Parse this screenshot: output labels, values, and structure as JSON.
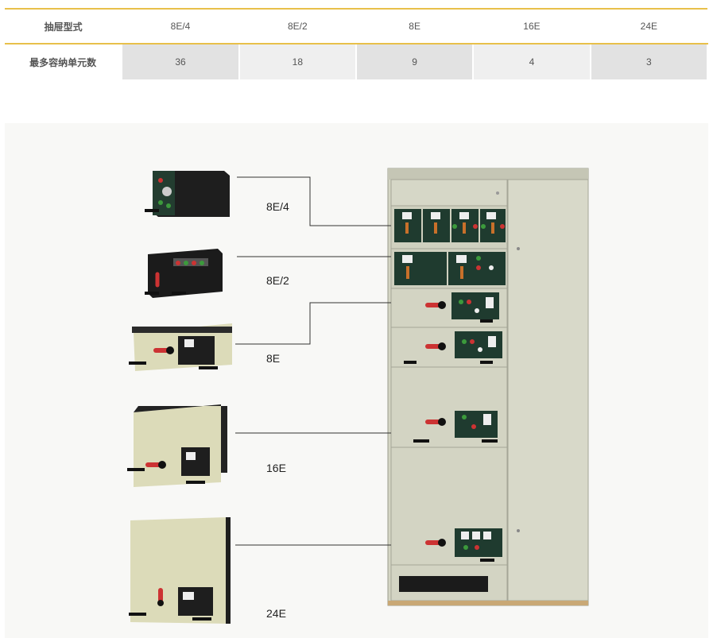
{
  "table": {
    "row1": {
      "label": "抽屉型式",
      "cells": [
        "8E/4",
        "8E/2",
        "8E",
        "16E",
        "24E"
      ]
    },
    "row2": {
      "label": "最多容纳单元数",
      "cells": [
        "36",
        "18",
        "9",
        "4",
        "3"
      ]
    }
  },
  "figure": {
    "labels": [
      "8E/4",
      "8E/2",
      "8E",
      "16E",
      "24E"
    ]
  },
  "colors": {
    "rule": "#e8c04a",
    "cabinet": "#d3d4c3",
    "panel": "#1f3b2f"
  }
}
